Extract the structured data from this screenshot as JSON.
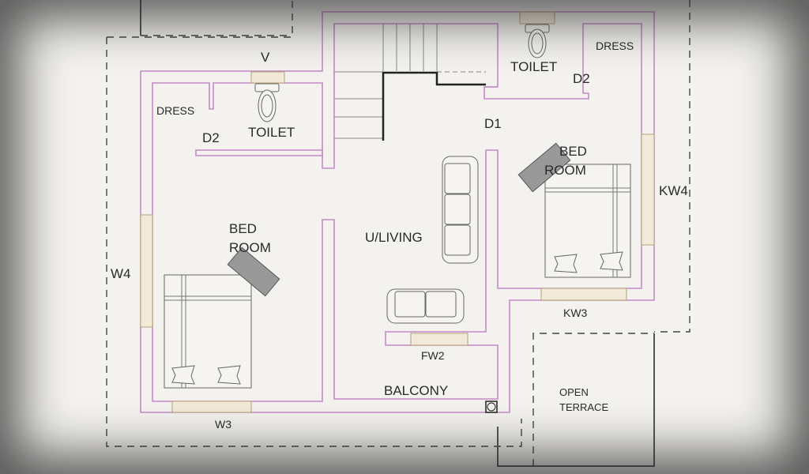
{
  "plan": {
    "rooms": {
      "bed_left": [
        "BED",
        "ROOM"
      ],
      "bed_right": [
        "BED",
        "ROOM"
      ],
      "toilet_left": "TOILET",
      "toilet_right": "TOILET",
      "dress_left": "DRESS",
      "dress_right": "DRESS",
      "living": "U/LIVING",
      "balcony": "BALCONY",
      "open_terrace": [
        "OPEN",
        "TERRACE"
      ]
    },
    "openings": {
      "ventilator": "V",
      "d2_left": "D2",
      "d2_right": "D2",
      "d1": "D1",
      "w4": "W4",
      "w3": "W3",
      "fw2": "FW2",
      "kw3": "KW3",
      "kw4": "KW4"
    }
  },
  "colors": {
    "wall": "#c48ac8",
    "background": "#f4f2ee"
  }
}
